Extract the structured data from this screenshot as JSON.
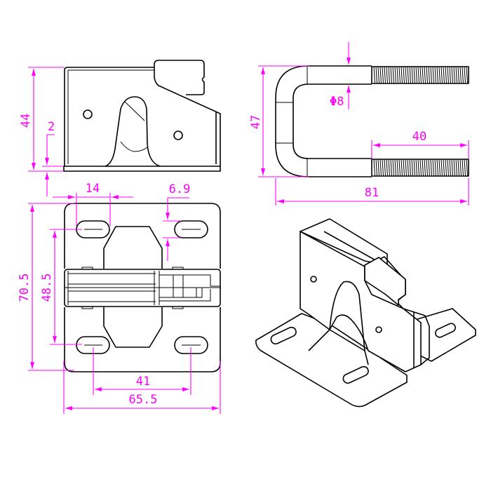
{
  "drawing": {
    "views": [
      "side-view",
      "top-view",
      "u-bolt-view",
      "isometric-view"
    ],
    "side_view": {
      "height_label": "44",
      "plate_thickness_label": "2"
    },
    "top_view": {
      "slot_length_label": "14",
      "slot_width_label": "6.9",
      "overall_depth_label": "70.5",
      "hole_spacing_depth_label": "48.5",
      "hole_spacing_width_label": "41",
      "overall_width_label": "65.5"
    },
    "u_bolt": {
      "height_label": "47",
      "diameter_symbol": "Φ",
      "diameter_label": "8",
      "thread_length_label": "40",
      "overall_length_label": "81"
    },
    "colors": {
      "dimension": "#ff00ff",
      "outline": "#000000"
    }
  }
}
